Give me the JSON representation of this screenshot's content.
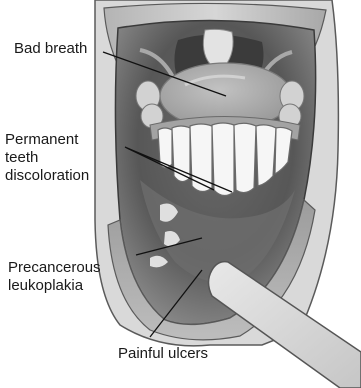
{
  "labels": {
    "bad_breath": "Bad breath",
    "discoloration": [
      "Permanent",
      "teeth",
      "discoloration"
    ],
    "leukoplakia": [
      "Precancerous",
      "leukoplakia"
    ],
    "ulcers": "Painful ulcers"
  }
}
